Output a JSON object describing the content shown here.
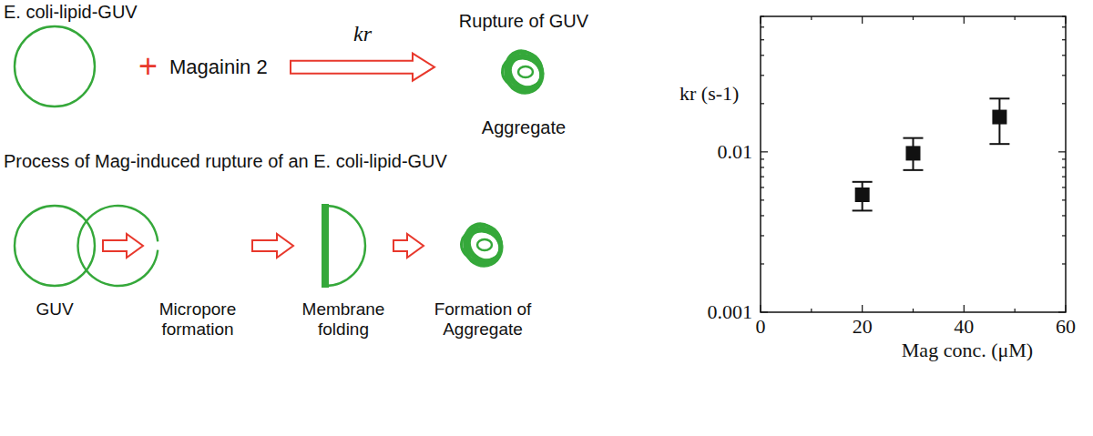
{
  "diagram": {
    "nodes": [
      {
        "text": [
          "E. coli-lipid-GUV"
        ]
      },
      {
        "text": [
          "Magainin 2"
        ]
      },
      {
        "text": [
          "Rupture of GUV",
          "Aggregate"
        ]
      },
      {
        "text": [
          "GUV"
        ]
      },
      {
        "text": [
          "Micropore formation"
        ]
      },
      {
        "text": [
          "Membrane folding"
        ]
      },
      {
        "text": [
          "Formation of Aggregate"
        ]
      }
    ],
    "edges": [
      {
        "from": 1,
        "to": 2,
        "arrow": "to",
        "label": "kr"
      },
      {
        "from": 3,
        "to": 4,
        "arrow": "to"
      },
      {
        "from": 4,
        "to": 5,
        "arrow": "to"
      },
      {
        "from": 5,
        "to": 6,
        "arrow": "to"
      }
    ],
    "labels": [
      "+",
      "Process of Mag-induced rupture of an E. coli-lipid-GUV",
      "kr (s-1)",
      "0.01",
      "0.001",
      "0",
      "20",
      "40",
      "60",
      "Mag conc. (μM)"
    ]
  }
}
